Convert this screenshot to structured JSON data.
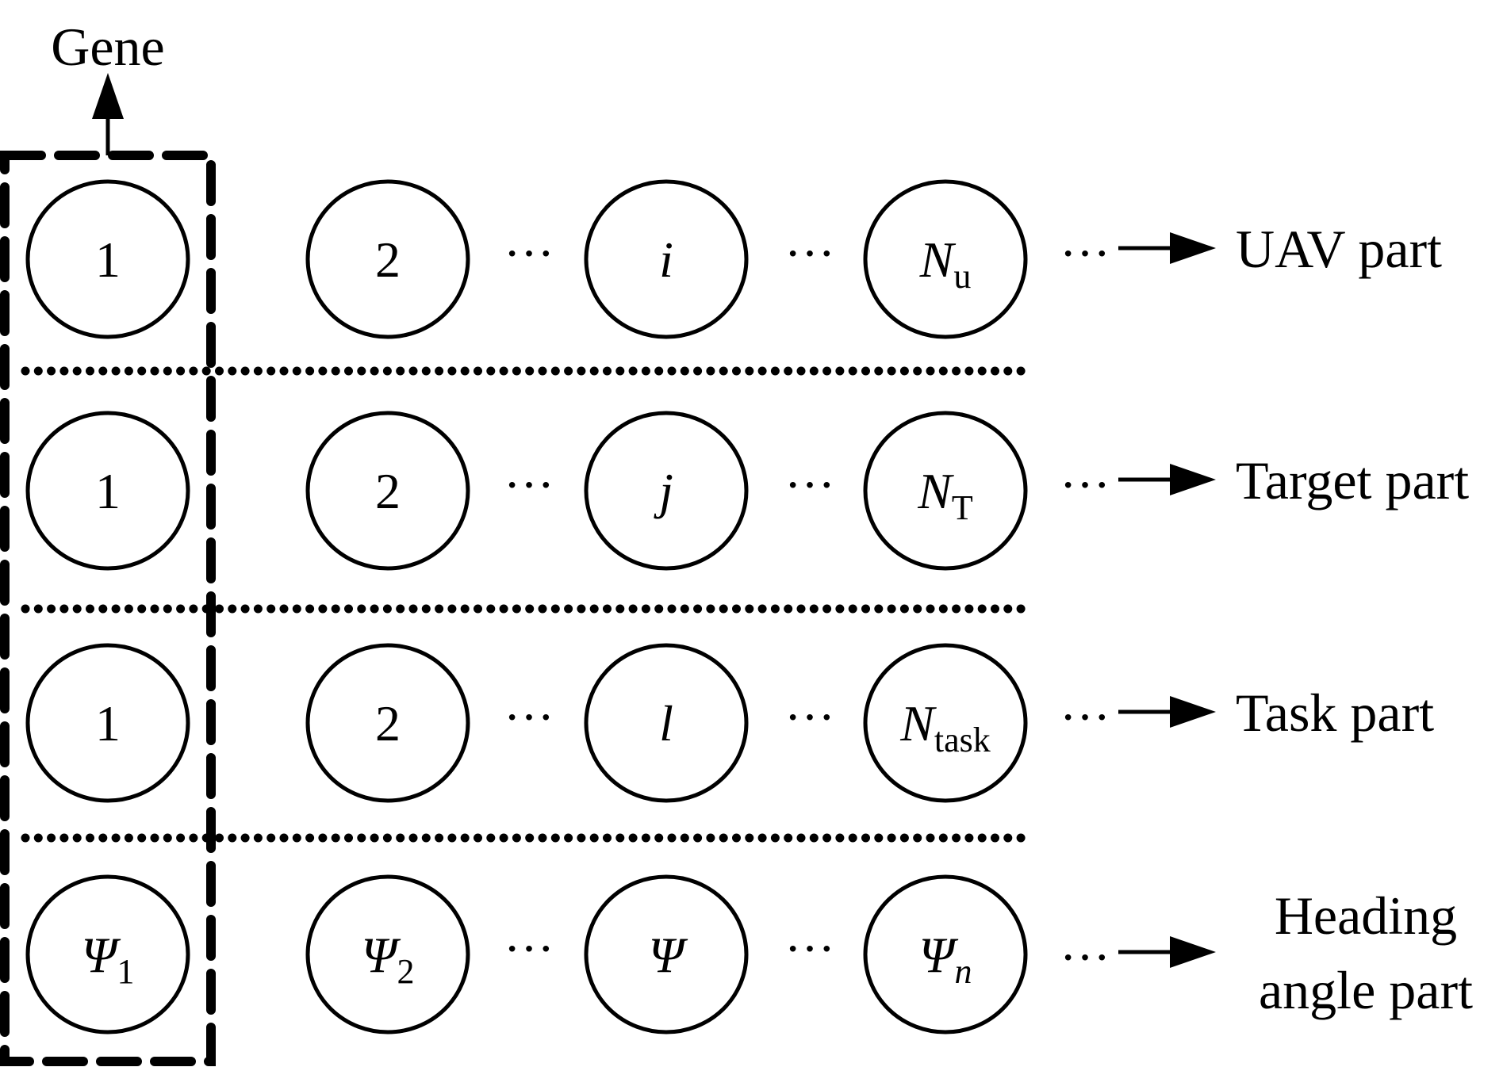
{
  "title_label": "Gene",
  "colors": {
    "ink": "#000000",
    "background": "#ffffff"
  },
  "rows": [
    {
      "name": "uav",
      "label_lines": [
        "UAV part"
      ],
      "cells": [
        {
          "main": "1",
          "sub": "",
          "italic": false
        },
        {
          "main": "2",
          "sub": "",
          "italic": false
        },
        {
          "main": "i",
          "sub": "",
          "italic": true
        },
        {
          "main": "N",
          "sub": "u",
          "italic": true,
          "sub_italic": false
        }
      ]
    },
    {
      "name": "target",
      "label_lines": [
        "Target part"
      ],
      "cells": [
        {
          "main": "1",
          "sub": "",
          "italic": false
        },
        {
          "main": "2",
          "sub": "",
          "italic": false
        },
        {
          "main": "j",
          "sub": "",
          "italic": true
        },
        {
          "main": "N",
          "sub": "T",
          "italic": true,
          "sub_italic": false
        }
      ]
    },
    {
      "name": "task",
      "label_lines": [
        "Task part"
      ],
      "cells": [
        {
          "main": "1",
          "sub": "",
          "italic": false
        },
        {
          "main": "2",
          "sub": "",
          "italic": false
        },
        {
          "main": "l",
          "sub": "",
          "italic": true
        },
        {
          "main": "N",
          "sub": "task",
          "italic": true,
          "sub_italic": false
        }
      ]
    },
    {
      "name": "heading-angle",
      "label_lines": [
        "Heading",
        "angle part"
      ],
      "cells": [
        {
          "main": "Ψ",
          "sub": "1",
          "italic": true,
          "sub_italic": false
        },
        {
          "main": "Ψ",
          "sub": "2",
          "italic": true,
          "sub_italic": false
        },
        {
          "main": "Ψ",
          "sub": "",
          "italic": true
        },
        {
          "main": "Ψ",
          "sub": "n",
          "italic": true,
          "sub_italic": true
        }
      ]
    }
  ],
  "ellipsis": "···"
}
